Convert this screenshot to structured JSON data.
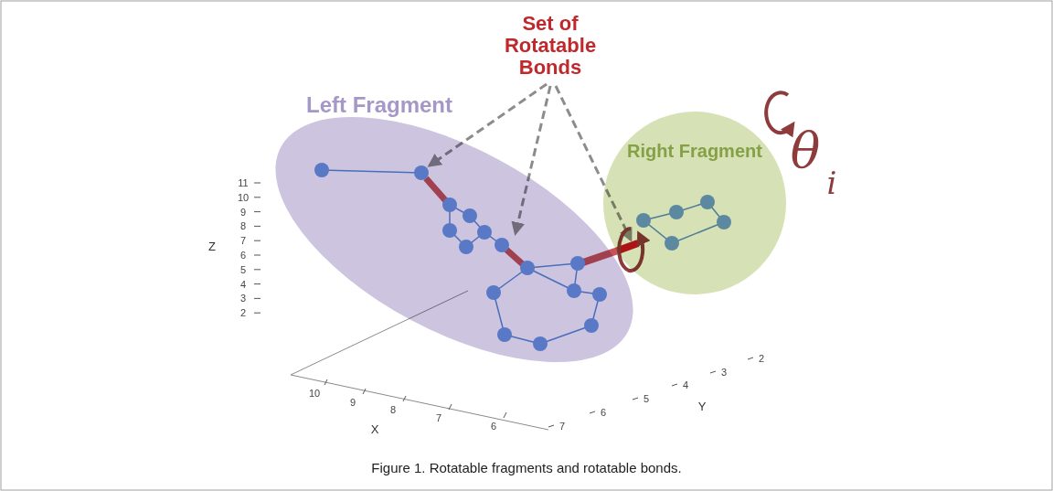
{
  "diagram": {
    "caption": "Figure 1. Rotatable fragments and rotatable bonds.",
    "nodes": [
      {
        "text": [
          "Left Fragment"
        ]
      },
      {
        "text": [
          "Right Fragment"
        ]
      }
    ],
    "labels": [
      "Set of Rotatable Bonds",
      "θ",
      "i",
      "Z",
      "11",
      "10",
      "9",
      "8",
      "7",
      "6",
      "5",
      "4",
      "3",
      "2",
      "X",
      "10",
      "9",
      "8",
      "7",
      "6",
      "Y",
      "2",
      "3",
      "4",
      "5",
      "6",
      "7"
    ]
  }
}
